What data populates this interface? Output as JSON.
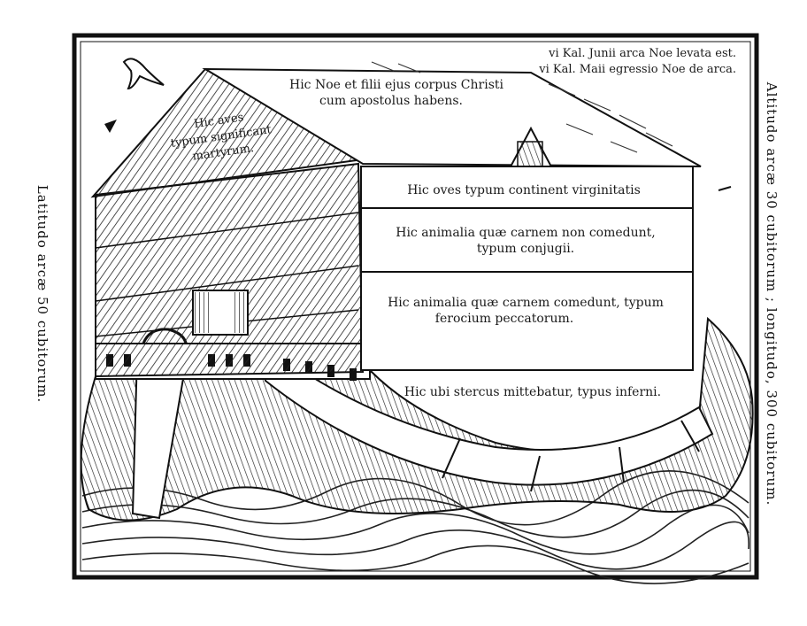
{
  "date_notes": {
    "line1": "vi Kal. Junii arca Noe levata est.",
    "line2": "vi Kal. Maii egressio Noe de arca."
  },
  "side_labels": {
    "left": "Latitudo arcæ 50 cubitorum.",
    "right": "Altitudo arcæ 30 cubitorum ; longitudo, 300 cubitorum."
  },
  "compartments": {
    "top": {
      "line1": "Hic Noe et filii ejus corpus Christi",
      "line2": "cum apostolus habens."
    },
    "gable": {
      "line1": "Hic aves",
      "line2": "typum significant",
      "line3": "martyrum."
    },
    "level1": {
      "line1": "Hic oves typum continent virginitatis"
    },
    "level2": {
      "line1": "Hic animalia quæ carnem non comedunt,",
      "line2": "typum conjugii."
    },
    "level3": {
      "line1": "Hic animalia quæ carnem comedunt, typum",
      "line2": "ferocium peccatorum."
    },
    "level4": {
      "line1": "Hic ubi stercus mittebatur, typus inferni."
    }
  }
}
